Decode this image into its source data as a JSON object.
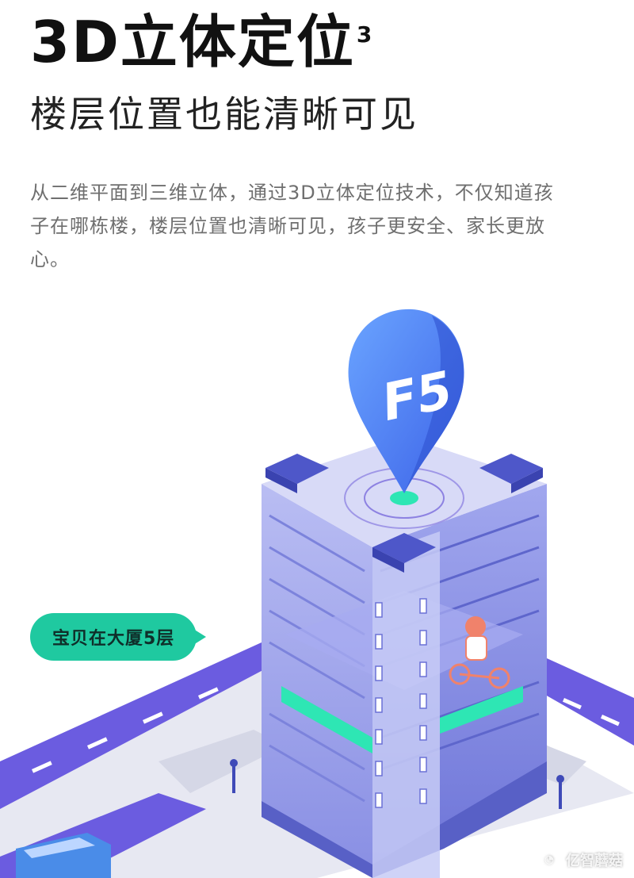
{
  "header": {
    "title": "3D立体定位",
    "title_sup": "3",
    "subtitle": "楼层位置也能清晰可见"
  },
  "description": "从二维平面到三维立体，通过3D立体定位技术，不仅知道孩子在哪栋楼，楼层位置也清晰可见，孩子更安全、家长更放心。",
  "illustration": {
    "pin_label": "F5",
    "bubble_text": "宝贝在大厦5层"
  },
  "watermark": {
    "text": "亿智蘑菇"
  },
  "colors": {
    "accent": "#1fc9a0",
    "road": "#6b5ce0",
    "pin": "#5a8cf5",
    "building": "#8d94e6"
  }
}
